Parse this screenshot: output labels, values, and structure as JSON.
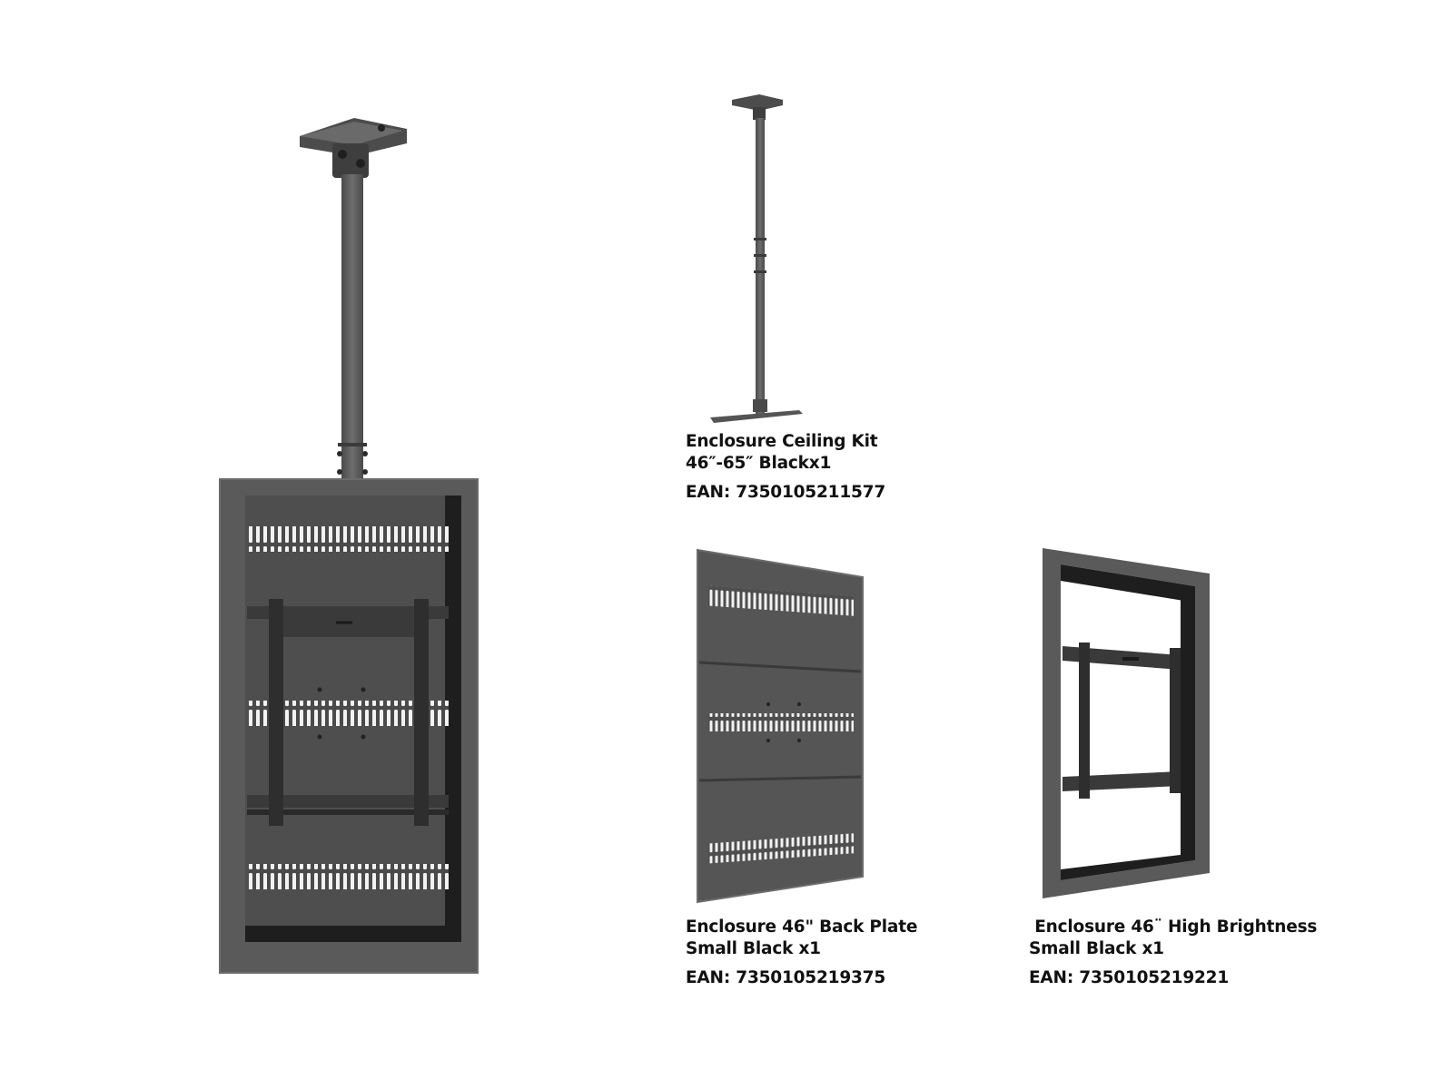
{
  "products": [
    {
      "name_line1": "Enclosure Ceiling Kit",
      "name_line2": "46″-65″ Blackx1",
      "ean": "EAN: 7350105211577",
      "image_icon": "ceiling-pole-icon"
    },
    {
      "name_line1": "Enclosure 46\" Back Plate",
      "name_line2": "Small Black x1",
      "ean": "EAN: 7350105219375",
      "image_icon": "back-plate-icon"
    },
    {
      "name_line1": " Enclosure 46¨ High Brightness",
      "name_line2": "Small Black x1",
      "ean": "EAN: 7350105219221",
      "image_icon": "enclosure-frame-icon"
    }
  ],
  "hero_image_icon": "ceiling-mounted-enclosure-icon",
  "colors": {
    "metal": "#595959",
    "metal_dark": "#3a3a3a",
    "metal_light": "#6b6b6b",
    "bracket": "#2e2e2e",
    "text": "#111111",
    "background": "#ffffff"
  }
}
